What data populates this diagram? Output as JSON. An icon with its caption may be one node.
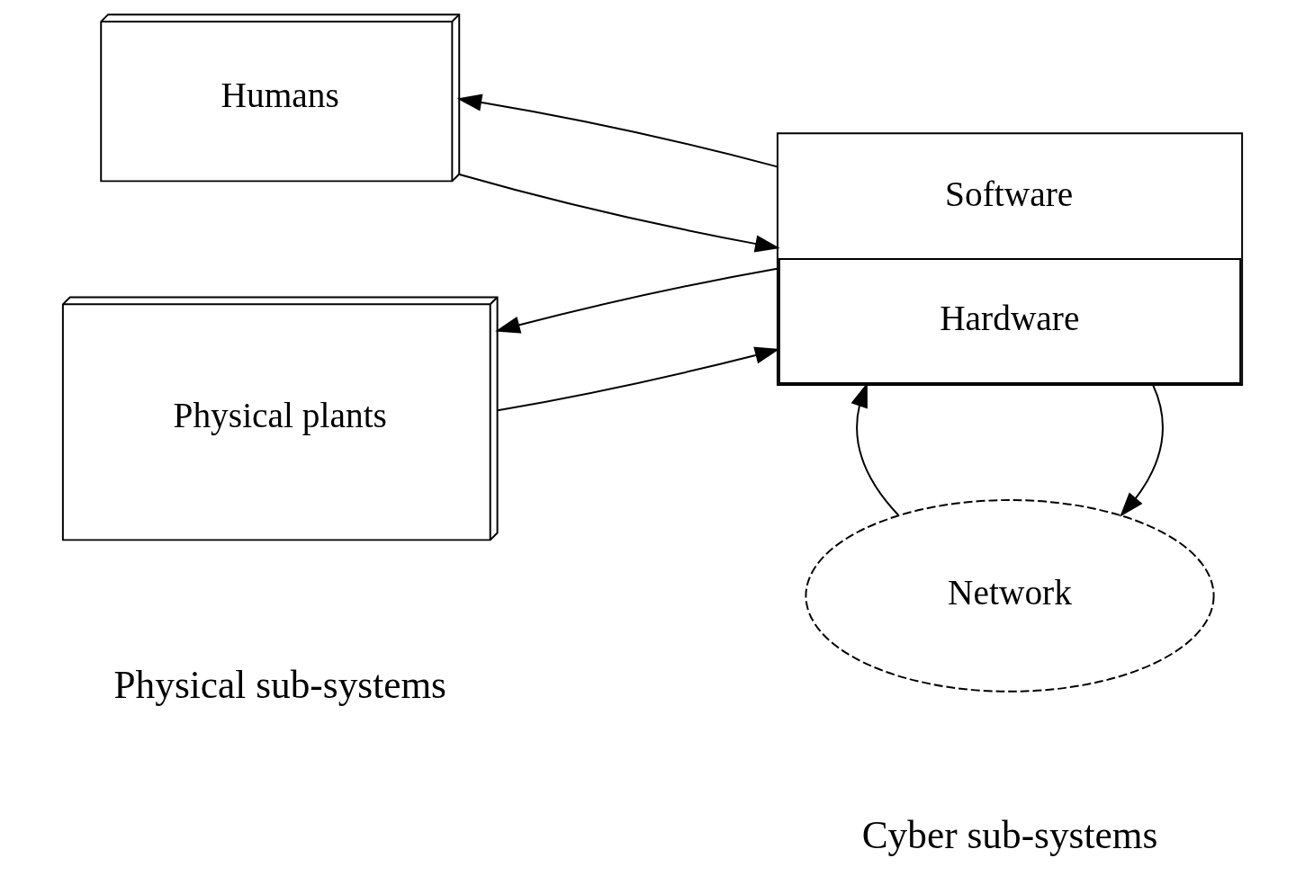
{
  "diagram": {
    "nodes": [
      {
        "text": [
          "Humans"
        ]
      },
      {
        "text": [
          "Software",
          "Hardware"
        ]
      },
      {
        "text": [
          "Physical plants"
        ]
      },
      {
        "text": [
          "Network"
        ]
      }
    ],
    "edges": [
      {
        "from": 1,
        "to": 0,
        "arrow": "to"
      },
      {
        "from": 0,
        "to": 1,
        "arrow": "to"
      },
      {
        "from": 1,
        "to": 2,
        "arrow": "to"
      },
      {
        "from": 2,
        "to": 1,
        "arrow": "to"
      },
      {
        "from": 1,
        "to": 3,
        "arrow": "to"
      },
      {
        "from": 3,
        "to": 1,
        "arrow": "to"
      }
    ],
    "labels": [
      "Physical sub-systems",
      "Cyber sub-systems"
    ]
  }
}
